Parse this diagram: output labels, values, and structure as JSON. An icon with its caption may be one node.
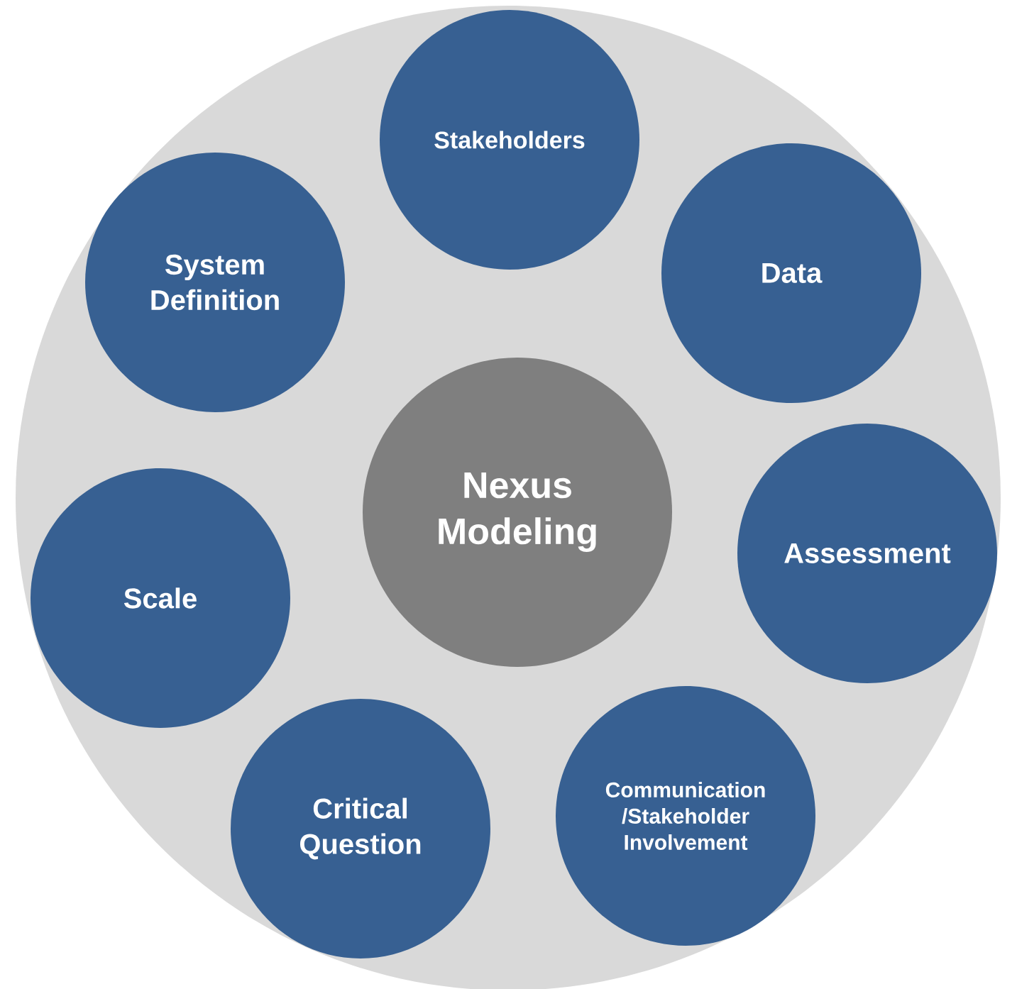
{
  "diagram": {
    "nodes": [
      {
        "text": [],
        "shape": "circle"
      },
      {
        "text": [
          "Nexus Modeling"
        ],
        "in": 0
      },
      {
        "text": [
          "Stakeholders"
        ],
        "in": 0
      },
      {
        "text": [
          "Data"
        ],
        "in": 0
      },
      {
        "text": [
          "Assessment"
        ],
        "in": 0
      },
      {
        "text": [
          "Communication /Stakeholder Involvement"
        ],
        "in": 0
      },
      {
        "text": [
          "Critical Question"
        ],
        "in": 0
      },
      {
        "text": [
          "Scale"
        ],
        "in": 0
      },
      {
        "text": [
          "System Definition"
        ],
        "in": 0
      }
    ]
  }
}
